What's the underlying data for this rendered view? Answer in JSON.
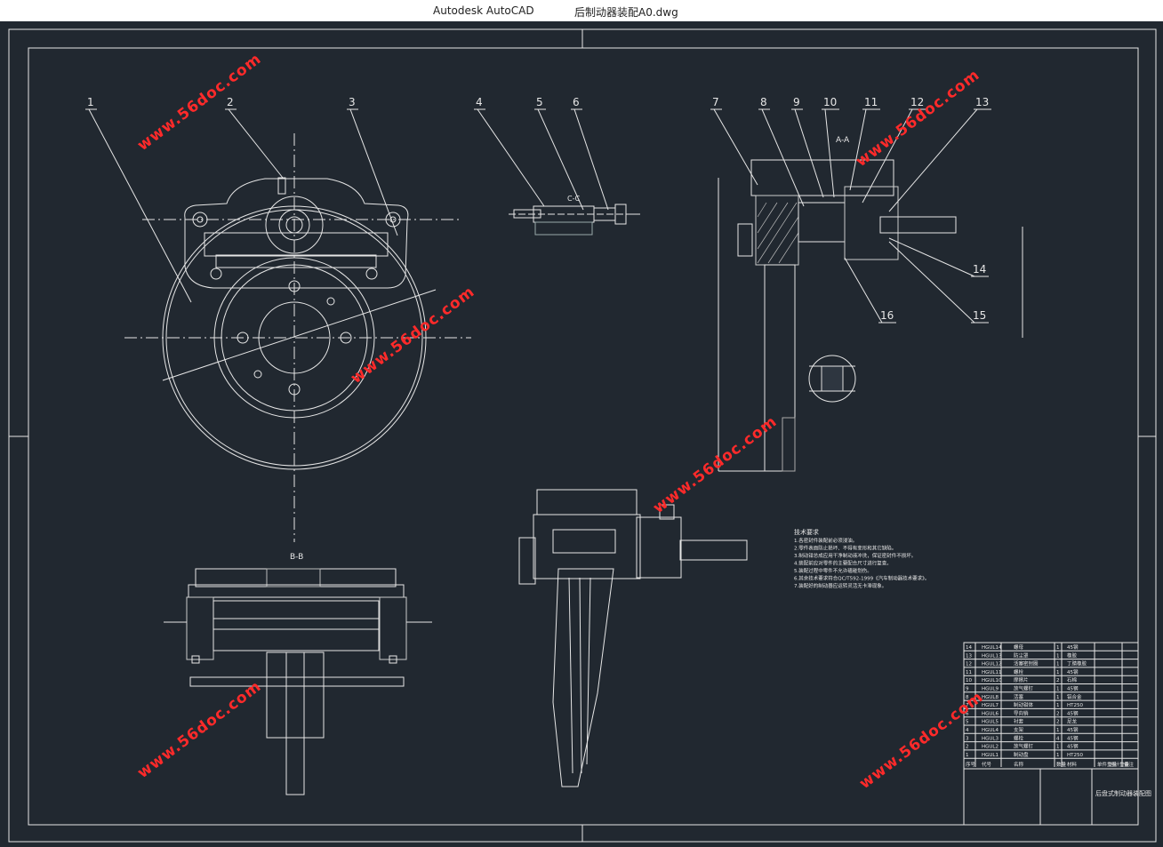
{
  "titlebar": {
    "app": "Autodesk AutoCAD",
    "file": "后制动器装配A0.dwg"
  },
  "drawing": {
    "balloons": [
      "1",
      "2",
      "3",
      "4",
      "5",
      "6",
      "7",
      "8",
      "9",
      "10",
      "11",
      "12",
      "13",
      "14",
      "15",
      "16"
    ],
    "section_labels": {
      "aa": "A-A",
      "bb": "B-B",
      "cc": "C-C"
    },
    "watermark": "www.56doc.com",
    "tech_notes": {
      "heading": "技术要求",
      "lines": [
        "1.各密封件装配前必须浸油。",
        "2.零件表面防止损坏、不得有变形和其它缺陷。",
        "3.制动钳总成应用干净制动液冲洗，保证密封件不损坏。",
        "4.装配前应对零件的主要配合尺寸进行复查。",
        "5.装配过程中零件不允许磕碰划伤。",
        "6.其余技术要求符合QC/T592-1999《汽车制动器技术要求》。",
        "7.装配好的制动器应运转灵活无卡滞现象。"
      ]
    },
    "bom_title": "后盘式制动器装配图",
    "bom_header": [
      "序号",
      "代号",
      "名称",
      "数量",
      "材料",
      "单件重量",
      "总计重量",
      "备注"
    ],
    "bom": [
      [
        "14",
        "HGUL14",
        "螺母",
        "1",
        "45钢"
      ],
      [
        "13",
        "HGUL13",
        "防尘罩",
        "1",
        "橡胶"
      ],
      [
        "12",
        "HGUL12",
        "活塞密封圈",
        "1",
        "丁腈橡胶"
      ],
      [
        "11",
        "HGUL11",
        "螺栓",
        "1",
        "45钢"
      ],
      [
        "10",
        "HGUL10",
        "摩擦片",
        "2",
        "石棉"
      ],
      [
        "9",
        "HGUL9",
        "放气螺钉",
        "1",
        "45钢"
      ],
      [
        "8",
        "HGUL8",
        "活塞",
        "1",
        "铝合金"
      ],
      [
        "7",
        "HGUL7",
        "制动钳体",
        "1",
        "HT250"
      ],
      [
        "6",
        "HGUL6",
        "导向销",
        "2",
        "45钢"
      ],
      [
        "5",
        "HGUL5",
        "衬套",
        "2",
        "尼龙"
      ],
      [
        "4",
        "HGUL4",
        "支架",
        "1",
        "45钢"
      ],
      [
        "3",
        "HGUL3",
        "螺栓",
        "4",
        "45钢"
      ],
      [
        "2",
        "HGUL2",
        "放气螺钉",
        "1",
        "45钢"
      ],
      [
        "1",
        "HGUL1",
        "制动盘",
        "1",
        "HT250"
      ]
    ]
  }
}
